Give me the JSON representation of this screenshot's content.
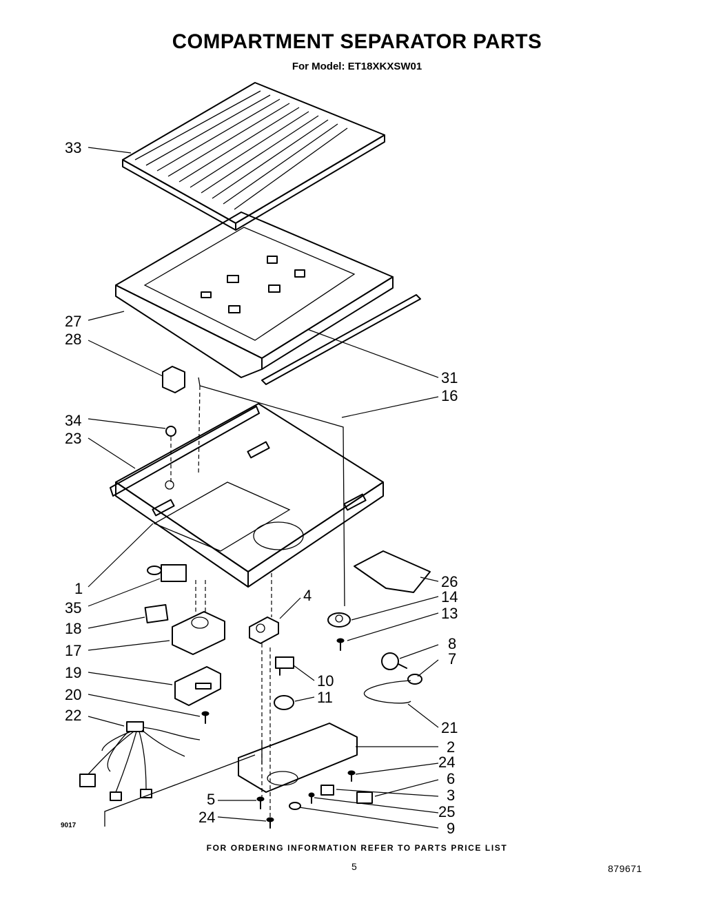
{
  "header": {
    "title": "COMPARTMENT SEPARATOR PARTS",
    "subtitle": "For Model: ET18XKXSW01"
  },
  "footer": {
    "ordering_note": "FOR ORDERING INFORMATION REFER TO PARTS PRICE LIST",
    "page_number": "5",
    "document_number": "879671",
    "small_code": "9017"
  },
  "callouts": [
    "33",
    "27",
    "28",
    "31",
    "16",
    "34",
    "23",
    "1",
    "26",
    "35",
    "4",
    "14",
    "13",
    "18",
    "17",
    "8",
    "7",
    "19",
    "10",
    "20",
    "11",
    "21",
    "22",
    "2",
    "24",
    "6",
    "5",
    "3",
    "25",
    "24",
    "9"
  ]
}
